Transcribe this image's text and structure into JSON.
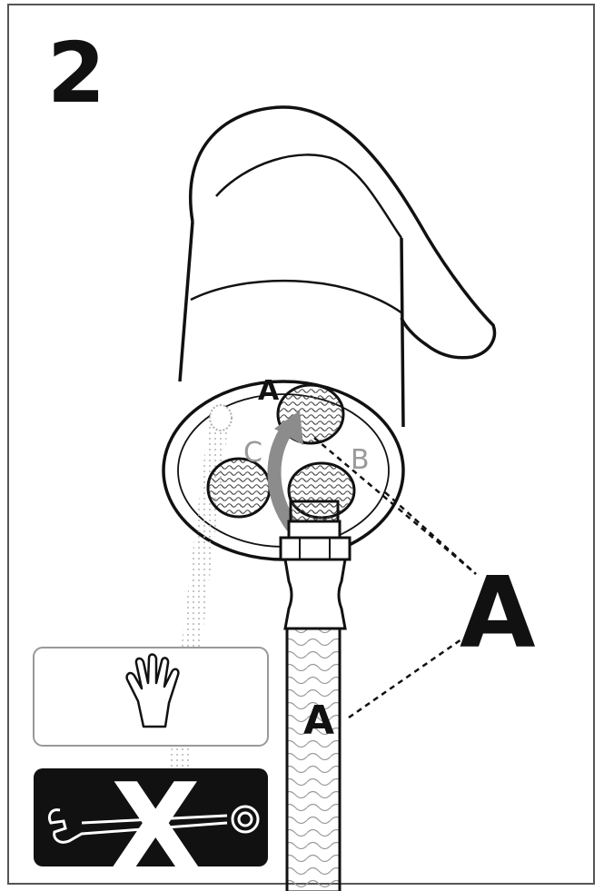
{
  "step_number": "2",
  "labels": {
    "a_top": "A",
    "b": "B",
    "c": "C",
    "a_big": "A",
    "a_hose": "A"
  },
  "icons": {
    "hand_box": "hand-tighten-icon",
    "wrench_box": "no-wrench-icon"
  },
  "colors": {
    "line": "#1a1a1a",
    "arrow": "#8c8c8c",
    "light_gray": "#a8a8a8",
    "dark_box": "#111111"
  }
}
